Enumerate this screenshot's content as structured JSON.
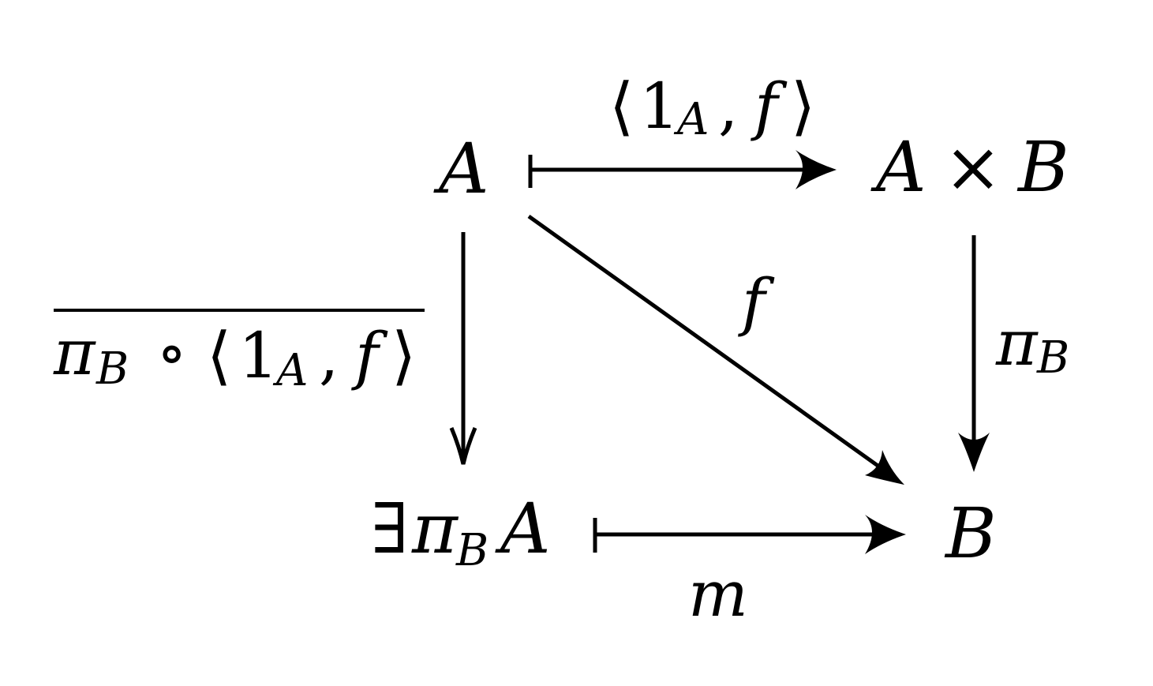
{
  "nodes": {
    "a": "A",
    "a_times_b": {
      "left": "A",
      "times": "×",
      "right": "B"
    },
    "exists_pi_b_a": {
      "exists": "∃",
      "pi": "π",
      "sub": "B",
      "a": "A"
    },
    "b": "B"
  },
  "arrows": {
    "top": {
      "open": "⟨",
      "one": "1",
      "sub": "A",
      "comma": ",",
      "f": "f",
      "close": "⟩"
    },
    "diagonal": {
      "f": "f"
    },
    "right": {
      "pi": "π",
      "sub": "B"
    },
    "bottom": {
      "m": "m"
    },
    "left": {
      "pi": "π",
      "pi_sub": "B",
      "compose": "∘",
      "open": "⟨",
      "one": "1",
      "one_sub": "A",
      "comma": ",",
      "f": "f",
      "close": "⟩"
    }
  }
}
